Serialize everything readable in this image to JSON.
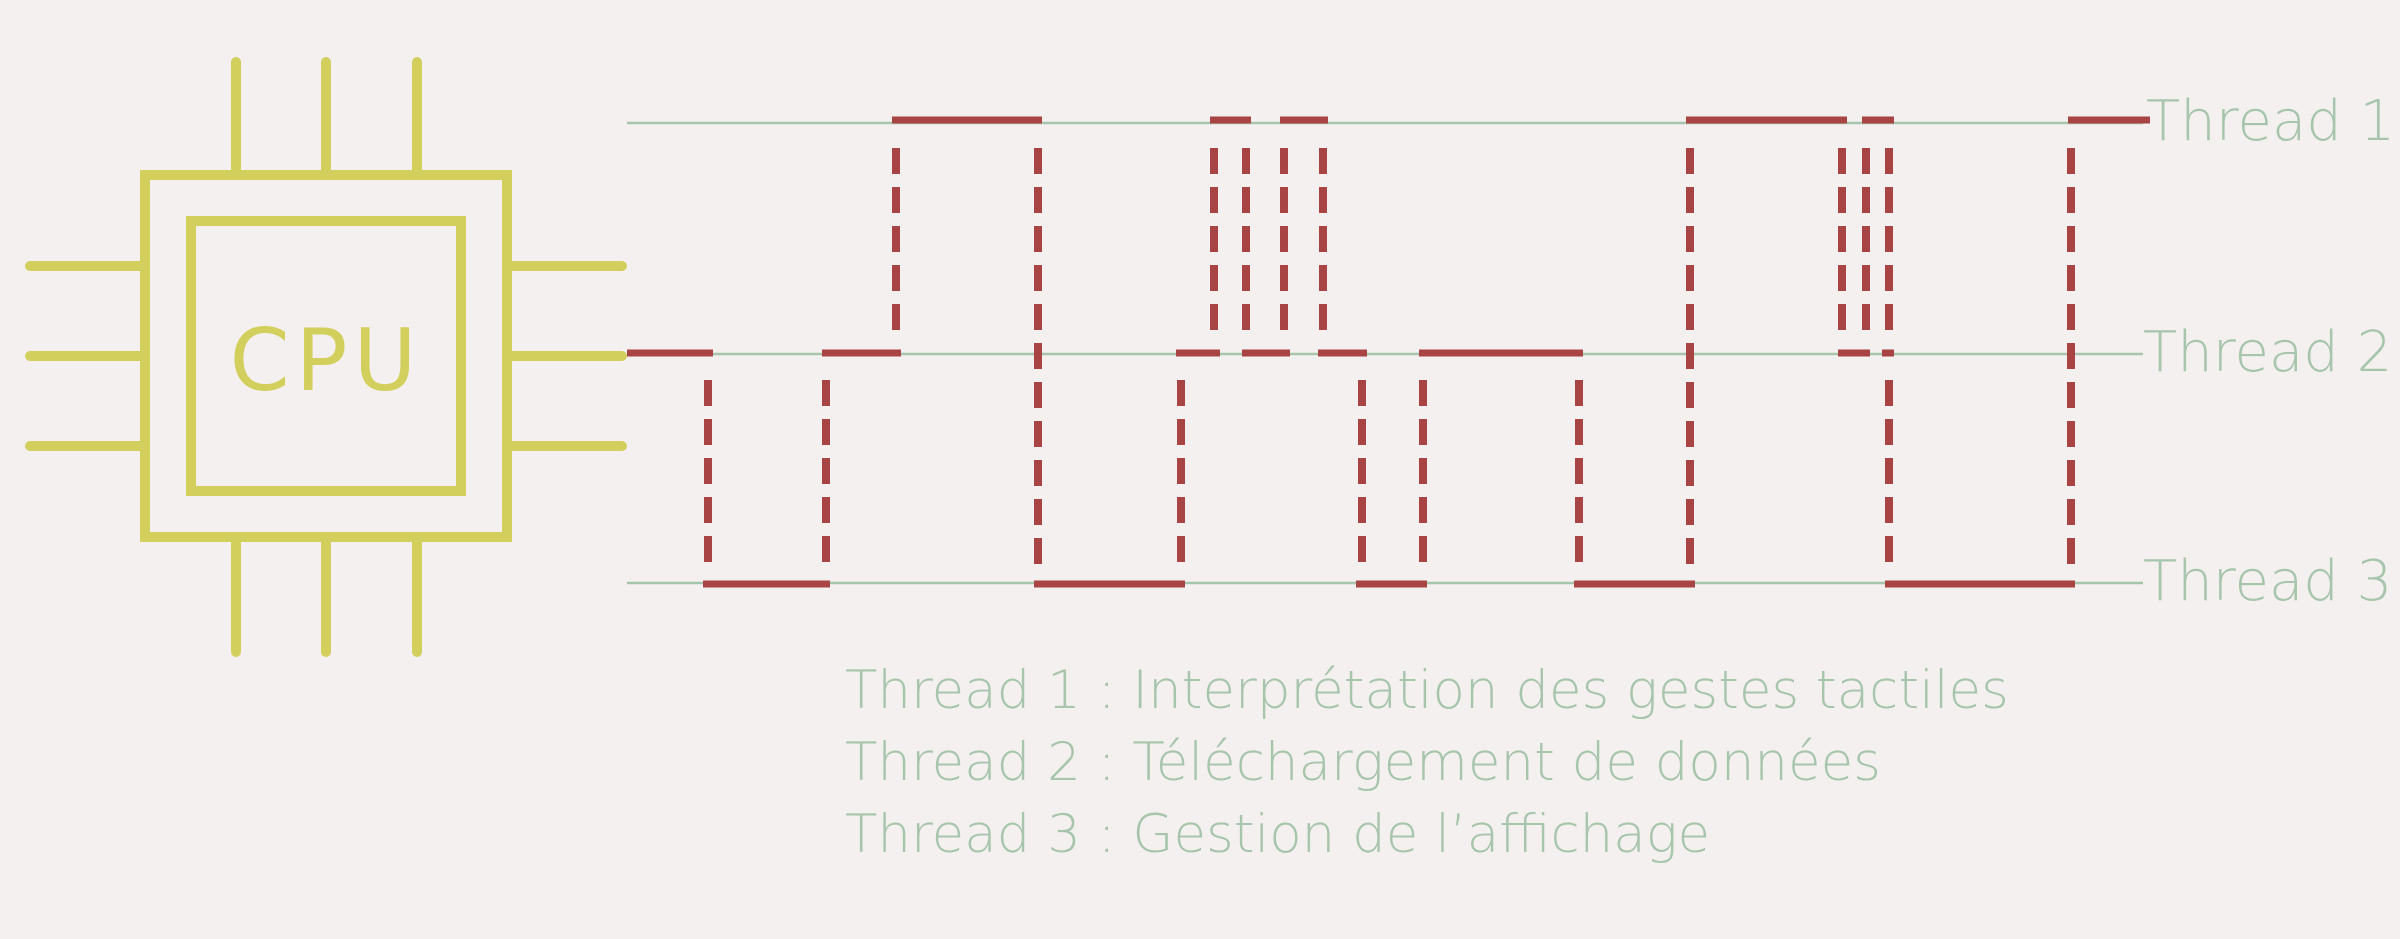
{
  "cpu": {
    "label": "CPU",
    "color": "#d2cf5c",
    "icon": "cpu-chip-icon"
  },
  "threads": [
    {
      "label": "Thread 1"
    },
    {
      "label": "Thread 2"
    },
    {
      "label": "Thread 3"
    }
  ],
  "legend": [
    "Thread 1 : Interprétation des gestes tactiles",
    "Thread 2 : Téléchargement de données",
    "Thread 3 : Gestion de l’affichage"
  ],
  "colors": {
    "background": "#f4f0ef",
    "thread_line": "#a7c4ad",
    "activity": "#a84443",
    "text": "#a7c4ad"
  }
}
